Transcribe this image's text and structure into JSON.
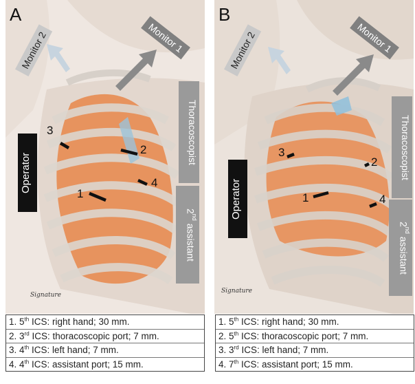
{
  "panels": [
    {
      "letter": "A",
      "monitor2": "Monitor 2",
      "monitor1": "Monitor 1",
      "operator": "Operator",
      "thoracoscopist": "Thoracoscopist",
      "assistant_ord": "2",
      "assistant_sup": "nd",
      "assistant_word": "assistant",
      "ports": [
        "1",
        "2",
        "3",
        "4"
      ],
      "legend": [
        {
          "num": "1.",
          "ord": "5",
          "sup": "th",
          "text": "ICS: right hand; 30 mm."
        },
        {
          "num": "2.",
          "ord": "3",
          "sup": "rd",
          "text": "ICS: thoracoscopic port; 7 mm."
        },
        {
          "num": "3.",
          "ord": "4",
          "sup": "th",
          "text": "ICS: left hand; 7 mm."
        },
        {
          "num": "4.",
          "ord": "4",
          "sup": "th",
          "text": "ICS: assistant port; 15 mm."
        }
      ]
    },
    {
      "letter": "B",
      "monitor2": "Monitor 2",
      "monitor1": "Monitor 1",
      "operator": "Operator",
      "thoracoscopist": "Thoracoscopist",
      "assistant_ord": "2",
      "assistant_sup": "nd",
      "assistant_word": "assistant",
      "ports": [
        "1",
        "2",
        "3",
        "4"
      ],
      "legend": [
        {
          "num": "1.",
          "ord": "5",
          "sup": "th",
          "text": "ICS: right hand; 30 mm."
        },
        {
          "num": "2.",
          "ord": "5",
          "sup": "th",
          "text": "ICS: thoracoscopic port; 7 mm."
        },
        {
          "num": "3.",
          "ord": "3",
          "sup": "rd",
          "text": "ICS: left hand; 7 mm."
        },
        {
          "num": "4.",
          "ord": "7",
          "sup": "th",
          "text": "ICS: assistant port; 15 mm."
        }
      ]
    }
  ],
  "colors": {
    "lung": "#e8874a",
    "skin": "#eadfd6",
    "rib": "#d8d4cf",
    "operator_bg": "#111111",
    "tag_bg": "#9a9a9a"
  }
}
